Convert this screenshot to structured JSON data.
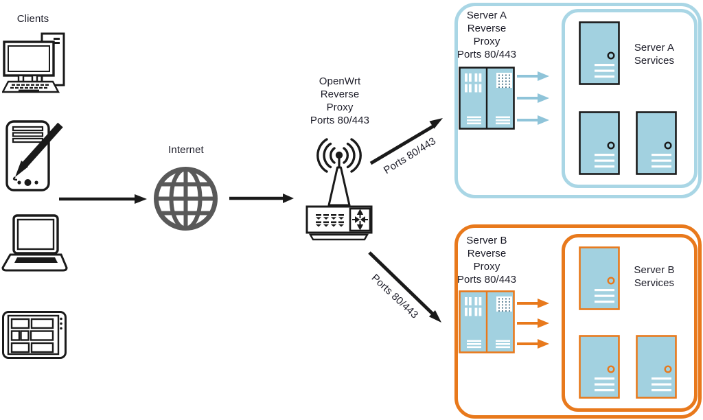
{
  "colors": {
    "server_a_accent": "#a9d6e5",
    "server_b_accent": "#e8791c",
    "device_fill": "#a2d1e0",
    "proxy_arrow_blue": "#8fc4d9",
    "proxy_arrow_orange": "#e8791c",
    "globe_gray": "#595959",
    "line_black": "#1a1a1a"
  },
  "clients": {
    "label": "Clients"
  },
  "internet": {
    "label": "Internet"
  },
  "openwrt": {
    "lines": [
      "OpenWrt",
      "Reverse",
      "Proxy",
      "Ports 80/443"
    ]
  },
  "routes": {
    "to_server_a_label": "Ports 80/443",
    "to_server_b_label": "Ports 80/443"
  },
  "server_a": {
    "proxy_lines": [
      "Server A",
      "Reverse",
      "Proxy",
      "Ports 80/443"
    ],
    "services_lines": [
      "Server A",
      "Services"
    ]
  },
  "server_b": {
    "proxy_lines": [
      "Server B",
      "Reverse",
      "Proxy",
      "Ports 80/443"
    ],
    "services_lines": [
      "Server B",
      "Services"
    ]
  }
}
